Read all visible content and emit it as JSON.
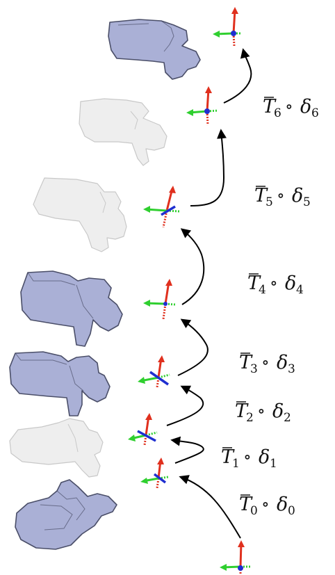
{
  "colors": {
    "vertebra_dark": "#aab0d6",
    "vertebra_dark_edge": "#4a4e68",
    "vertebra_light": "#eeeeee",
    "vertebra_light_edge": "#c8c8c8",
    "axis_red": "#e0301e",
    "axis_green": "#2fcf2f",
    "axis_blue": "#1f2fd0",
    "arrow": "#000000"
  },
  "labels": [
    {
      "base": "T",
      "sub": "6",
      "op": "∘",
      "delta": "δ",
      "dsub": "6"
    },
    {
      "base": "T",
      "sub": "5",
      "op": "∘",
      "delta": "δ",
      "dsub": "5"
    },
    {
      "base": "T",
      "sub": "4",
      "op": "∘",
      "delta": "δ",
      "dsub": "4"
    },
    {
      "base": "T",
      "sub": "3",
      "op": "∘",
      "delta": "δ",
      "dsub": "3"
    },
    {
      "base": "T",
      "sub": "2",
      "op": "∘",
      "delta": "δ",
      "dsub": "2"
    },
    {
      "base": "T",
      "sub": "1",
      "op": "∘",
      "delta": "δ",
      "dsub": "1"
    },
    {
      "base": "T",
      "sub": "0",
      "op": "∘",
      "delta": "δ",
      "dsub": "0"
    }
  ],
  "vertebrae": [
    {
      "name": "vertebra-6",
      "style": "dark"
    },
    {
      "name": "vertebra-5",
      "style": "light"
    },
    {
      "name": "vertebra-4",
      "style": "light"
    },
    {
      "name": "vertebra-3",
      "style": "dark"
    },
    {
      "name": "vertebra-2",
      "style": "dark"
    },
    {
      "name": "vertebra-1",
      "style": "light"
    },
    {
      "name": "vertebra-0",
      "style": "dark"
    }
  ],
  "frames": [
    {
      "name": "frame-6"
    },
    {
      "name": "frame-5"
    },
    {
      "name": "frame-4"
    },
    {
      "name": "frame-3"
    },
    {
      "name": "frame-2"
    },
    {
      "name": "frame-1"
    },
    {
      "name": "frame-0"
    },
    {
      "name": "frame-origin"
    }
  ]
}
